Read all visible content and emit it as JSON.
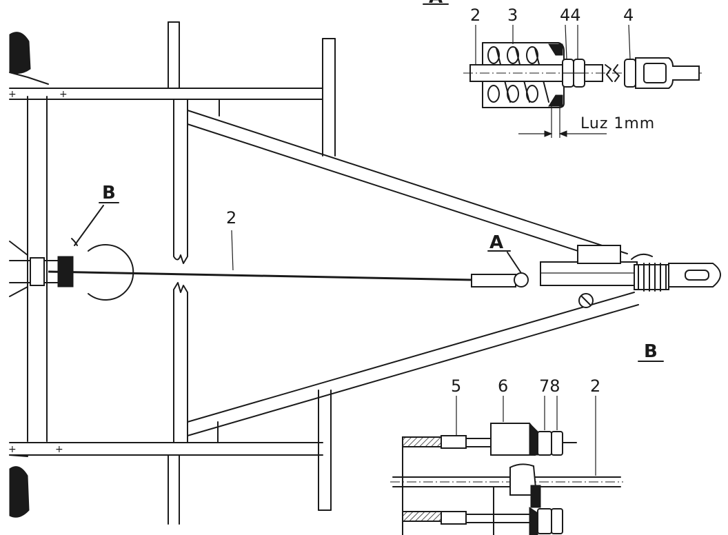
{
  "labels": {
    "section_a_header": "A",
    "section_b_header": "B",
    "callout_a": "A",
    "callout_b": "B",
    "cable_main": "2",
    "detail_a_part_2": "2",
    "detail_a_part_3": "3",
    "detail_a_part_44": "44",
    "detail_a_part_4": "4",
    "clearance_note": "Luz 1mm",
    "detail_b_part_5": "5",
    "detail_b_part_6": "6",
    "detail_b_part_78": "78",
    "detail_b_part_2": "2"
  }
}
